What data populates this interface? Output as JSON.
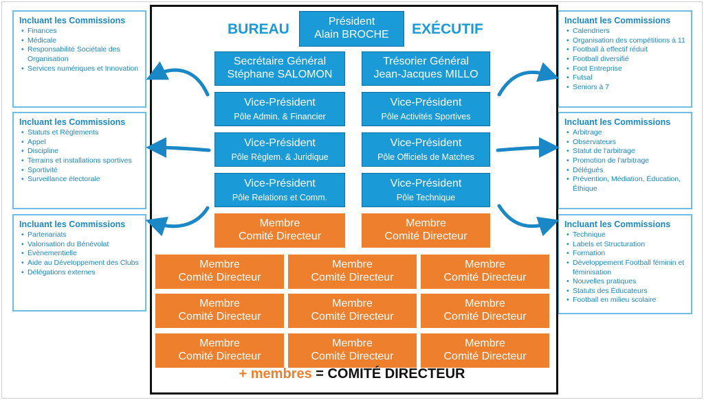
{
  "header": {
    "left": "BUREAU",
    "right": "EXÉCUTIF"
  },
  "president": {
    "title": "Président",
    "name": "Alain BROCHE"
  },
  "secretary": {
    "title": "Secrétaire Général",
    "name": "Stéphane SALOMON"
  },
  "treasurer": {
    "title": "Trésorier Général",
    "name": "Jean-Jacques MILLO"
  },
  "vps": [
    {
      "title": "Vice-Président",
      "pole": "Pôle Admin. & Financier"
    },
    {
      "title": "Vice-Président",
      "pole": "Pôle Activités Sportives"
    },
    {
      "title": "Vice-Président",
      "pole": "Pôle Règlem. & Juridique"
    },
    {
      "title": "Vice-Président",
      "pole": "Pôle Officiels de Matches"
    },
    {
      "title": "Vice-Président",
      "pole": "Pôle Relations et Comm."
    },
    {
      "title": "Vice-Président",
      "pole": "Pôle Technique"
    }
  ],
  "member": {
    "line1": "Membre",
    "line2": "Comité Directeur"
  },
  "footer": {
    "plus": "+ membres",
    "rest": " = COMITÉ DIRECTEUR"
  },
  "commissions": [
    {
      "title": "Incluant les Commissions",
      "items": [
        "Finances",
        "Médicale",
        "Responsabilité Sociétale des Organisation",
        "Services numériques et Innovation"
      ]
    },
    {
      "title": "Incluant les Commissions",
      "items": [
        "Statuts et Règlements",
        "Appel",
        "Discipline",
        "Terrains et installations sportives",
        "Sportivité",
        "Surveillance électorale"
      ]
    },
    {
      "title": "Incluant les Commissions",
      "items": [
        "Partenariats",
        "Valorisation du Bénévolat",
        "Évènementielle",
        "Aide au Développement des Clubs",
        "Délégations externes"
      ]
    },
    {
      "title": "Incluant les Commissions",
      "items": [
        "Calendriers",
        "Organisation des compétitions à 11",
        "Football à effectif réduit",
        "Football diversifié",
        "Foot Entreprise",
        "Futsal",
        "Seniors à 7"
      ]
    },
    {
      "title": "Incluant les Commissions",
      "items": [
        "Arbitrage",
        "Observateurs",
        "Statut de l'arbitrage",
        "Promotion de l'arbitrage",
        "Délégués",
        "Prévention, Médiation, Éducation, Éthique"
      ]
    },
    {
      "title": "Incluant les Commissions",
      "items": [
        "Technique",
        "Labels et Structuration",
        "Formation",
        "Développement Football féminin et féminisation",
        "Nouvelles pratiques",
        "Statuts des Éducateurs",
        "Football en milieu scolaire"
      ]
    }
  ],
  "colors": {
    "blue": "#1a9ad7",
    "orange": "#ee7f2d",
    "text_blue": "#1a87c6"
  }
}
